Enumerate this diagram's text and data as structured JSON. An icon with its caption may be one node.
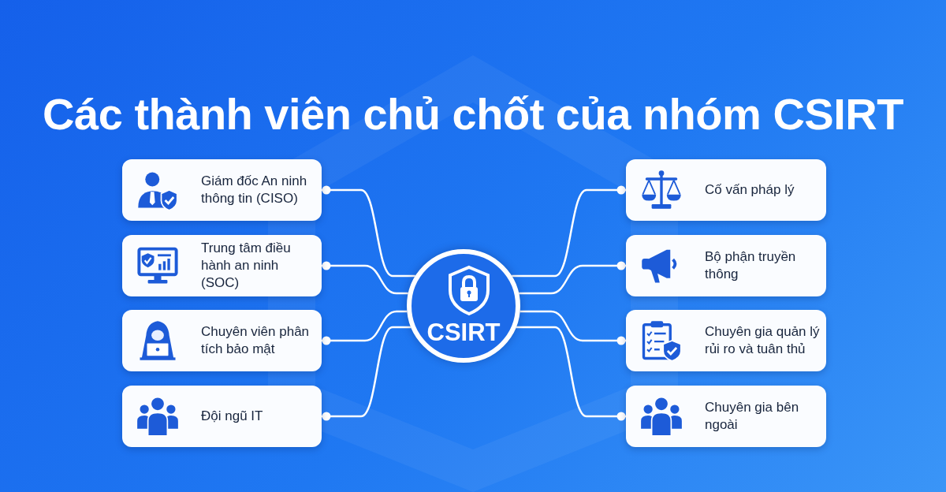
{
  "diagram": {
    "title": "Các thành viên chủ chốt của nhóm CSIRT",
    "nodes": [
      {
        "text": [
          "Giám đốc An ninh thông tin (CISO)"
        ]
      },
      {
        "text": [
          "Trung tâm điều hành an ninh (SOC)"
        ]
      },
      {
        "text": [
          "Chuyên viên phân tích bảo mật"
        ]
      },
      {
        "text": [
          "Đội ngũ IT"
        ]
      },
      {
        "text": [
          "CSIRT"
        ]
      },
      {
        "text": [
          "Cố vấn pháp lý"
        ]
      },
      {
        "text": [
          "Bộ phận truyền thông"
        ]
      },
      {
        "text": [
          "Chuyên gia quản lý rủi ro và tuân thủ"
        ]
      },
      {
        "text": [
          "Chuyên gia bên ngoài"
        ]
      }
    ],
    "edges": [
      {
        "from": 0,
        "to": 4,
        "arrow": "other"
      },
      {
        "from": 1,
        "to": 4,
        "arrow": "other"
      },
      {
        "from": 2,
        "to": 4,
        "arrow": "other"
      },
      {
        "from": 3,
        "to": 4,
        "arrow": "other"
      },
      {
        "from": 5,
        "to": 4,
        "arrow": "other"
      },
      {
        "from": 6,
        "to": 4,
        "arrow": "other"
      },
      {
        "from": 7,
        "to": 4,
        "arrow": "other"
      },
      {
        "from": 8,
        "to": 4,
        "arrow": "other"
      }
    ]
  }
}
